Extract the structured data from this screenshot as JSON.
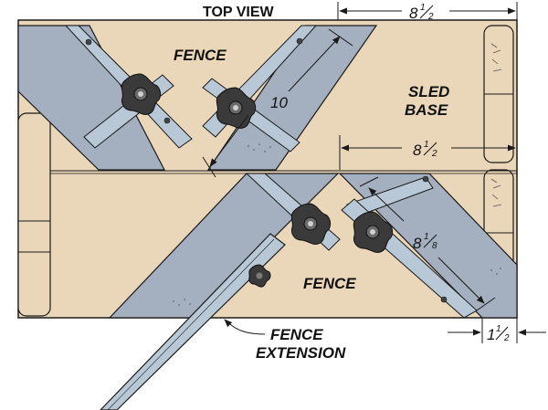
{
  "title": "TOP VIEW",
  "labels": {
    "fence_top": "FENCE",
    "fence_bottom": "FENCE",
    "sled_base_line1": "SLED",
    "sled_base_line2": "BASE",
    "fence_extension_line1": "FENCE",
    "fence_extension_line2": "EXTENSION"
  },
  "dimensions": {
    "top_width": {
      "whole": "8",
      "num": "1",
      "den": "2"
    },
    "right_width": {
      "whole": "8",
      "num": "1",
      "den": "2"
    },
    "fence_length": {
      "whole": "10"
    },
    "lower_fence": {
      "whole": "8",
      "num": "1",
      "den": "8"
    },
    "offset": {
      "whole": "1",
      "num": "1",
      "den": "2"
    }
  },
  "colors": {
    "base": "#ead6b8",
    "fence": "#a4afbf",
    "rail": "#b8c8d6",
    "knob": "#3a3a3a",
    "outline": "#1a1a1a"
  }
}
